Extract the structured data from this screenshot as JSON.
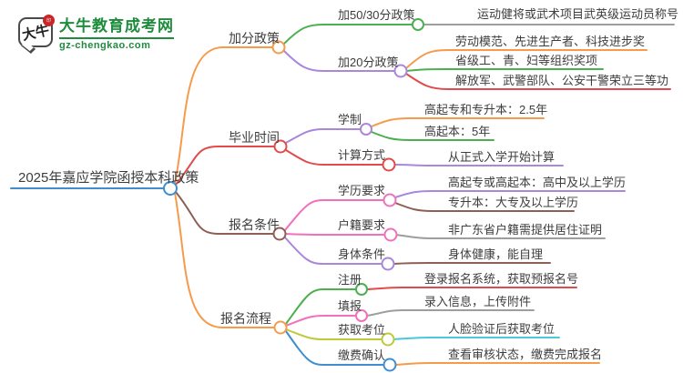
{
  "logo": {
    "name": "大牛教育成考网",
    "domain": "gz-chengkao.com",
    "icon_text": "大牛",
    "seal_text": "印"
  },
  "colors": {
    "root_blue": "#3F8ED0",
    "orange": "#F59B4B",
    "red": "#E14B4B",
    "green": "#4CAF50",
    "purple": "#A887DC",
    "pink": "#F170BB",
    "brown": "#8D5F55",
    "gray": "#9E9E9E",
    "cyan": "#4BC8D9",
    "yellow_green": "#BFC93A",
    "brand_green": "#1E8C3C",
    "text": "#3D3D3D"
  },
  "root": {
    "label": "2025年嘉应学院函授本科政策"
  },
  "branches": [
    {
      "label": "加分政策",
      "children": [
        {
          "label": "加50/30分政策",
          "children": [
            {
              "label": "运动健将或武术项目武英级运动员称号"
            }
          ]
        },
        {
          "label": "加20分政策",
          "children": [
            {
              "label": "劳动模范、先进生产者、科技进步奖"
            },
            {
              "label": "省级工、青、妇等组织奖项"
            },
            {
              "label": "解放军、武警部队、公安干警荣立三等功"
            }
          ]
        }
      ]
    },
    {
      "label": "毕业时间",
      "children": [
        {
          "label": "学制",
          "children": [
            {
              "label": "高起专和专升本：2.5年"
            },
            {
              "label": "高起本：5年"
            }
          ]
        },
        {
          "label": "计算方式",
          "children": [
            {
              "label": "从正式入学开始计算"
            }
          ]
        }
      ]
    },
    {
      "label": "报名条件",
      "children": [
        {
          "label": "学历要求",
          "children": [
            {
              "label": "高起专或高起本：高中及以上学历"
            },
            {
              "label": "专升本：大专及以上学历"
            }
          ]
        },
        {
          "label": "户籍要求",
          "children": [
            {
              "label": "非广东省户籍需提供居住证明"
            }
          ]
        },
        {
          "label": "身体条件",
          "children": [
            {
              "label": "身体健康，能自理"
            }
          ]
        }
      ]
    },
    {
      "label": "报名流程",
      "children": [
        {
          "label": "注册",
          "children": [
            {
              "label": "登录报名系统，获取预报名号"
            }
          ]
        },
        {
          "label": "填报",
          "children": [
            {
              "label": "录入信息，上传附件"
            }
          ]
        },
        {
          "label": "获取考位",
          "children": [
            {
              "label": "人脸验证后获取考位"
            }
          ]
        },
        {
          "label": "缴费确认",
          "children": [
            {
              "label": "查看审核状态，缴费完成报名"
            }
          ]
        }
      ]
    }
  ]
}
